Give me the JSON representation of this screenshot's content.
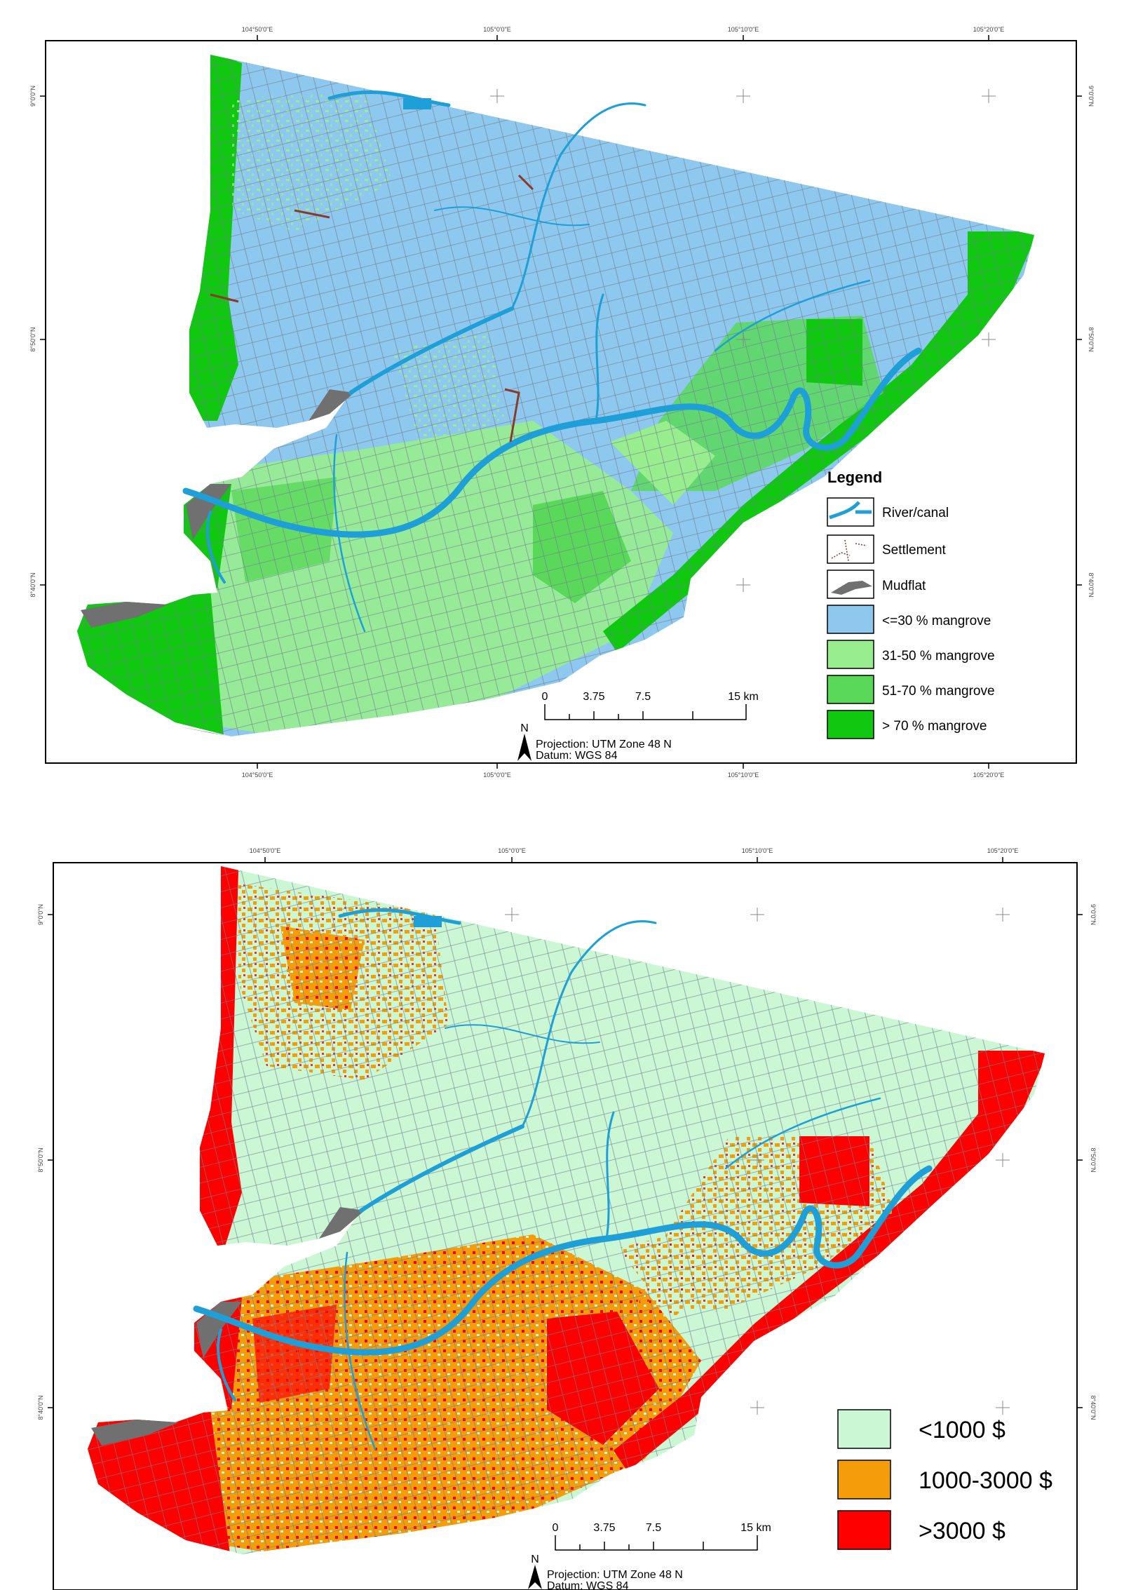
{
  "map1": {
    "lon_labels": [
      "104°50'0\"E",
      "105°0'0\"E",
      "105°10'0\"E",
      "105°20'0\"E"
    ],
    "lat_labels": [
      "9°0'0\"N",
      "8°50'0\"N",
      "8°40'0\"N"
    ],
    "legend": {
      "title": "Legend",
      "items": [
        {
          "label": "River/canal",
          "symbol": "river"
        },
        {
          "label": "Settlement",
          "symbol": "settlement"
        },
        {
          "label": "Mudflat",
          "symbol": "mudflat"
        },
        {
          "label": "<=30 % mangrove",
          "symbol": "fill",
          "color": "#8ec8ee"
        },
        {
          "label": "31-50 % mangrove",
          "symbol": "fill",
          "color": "#98ee8e"
        },
        {
          "label": "51-70 % mangrove",
          "symbol": "fill",
          "color": "#5ad85a"
        },
        {
          "label": "> 70 % mangrove",
          "symbol": "fill",
          "color": "#0fc80f"
        }
      ]
    },
    "scale_bar": {
      "labels": [
        "0",
        "3.75",
        "7.5",
        "15 km"
      ]
    },
    "north": "N",
    "projection": "Projection: UTM Zone 48 N",
    "datum": "Datum: WGS 84"
  },
  "map2": {
    "lon_labels": [
      "104°50'0\"E",
      "105°0'0\"E",
      "105°10'0\"E",
      "105°20'0\"E"
    ],
    "lat_labels": [
      "9°0'0\"N",
      "8°50'0\"N",
      "8°40'0\"N"
    ],
    "legend": {
      "items": [
        {
          "label": "<1000 $",
          "color": "#ccf7d4"
        },
        {
          "label": "1000-3000 $",
          "color": "#f59c0a"
        },
        {
          "label": ">3000 $",
          "color": "#ff0000"
        }
      ]
    },
    "scale_bar": {
      "labels": [
        "0",
        "3.75",
        "7.5",
        "15 km"
      ]
    },
    "north": "N",
    "projection": "Projection: UTM Zone 48 N",
    "datum": "Datum: WGS 84"
  },
  "colors": {
    "water": "#1e9fd8",
    "mudflat": "#707070",
    "settlement": "#8b3a2a",
    "canal_grey": "#6f7f90"
  }
}
